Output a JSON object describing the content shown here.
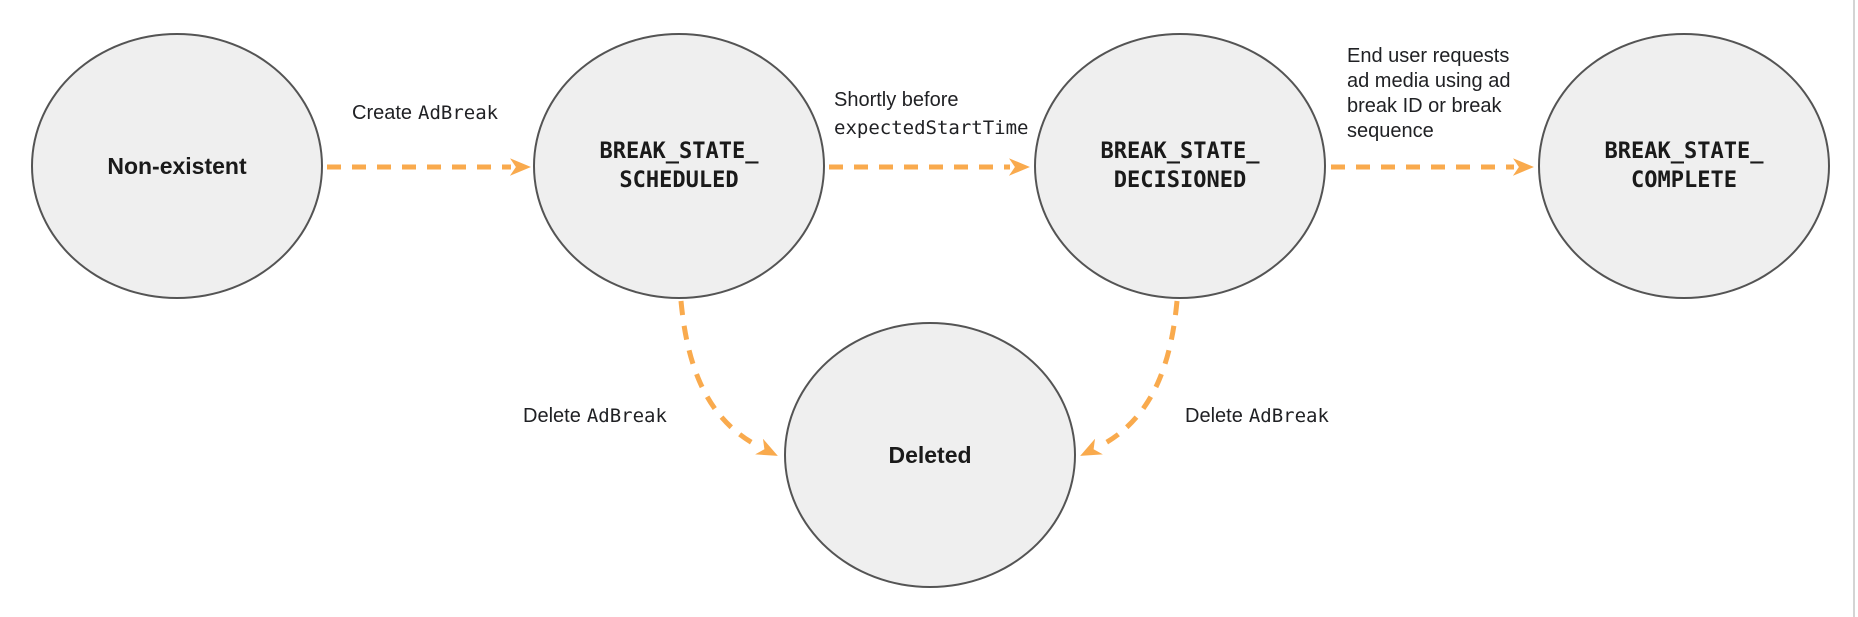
{
  "states": [
    {
      "id": "non-existent",
      "label": "Non-existent"
    },
    {
      "id": "break-state-scheduled",
      "line1": "BREAK_STATE_",
      "line2": "SCHEDULED"
    },
    {
      "id": "break-state-decisioned",
      "line1": "BREAK_STATE_",
      "line2": "DECISIONED"
    },
    {
      "id": "break-state-complete",
      "line1": "BREAK_STATE_",
      "line2": "COMPLETE"
    },
    {
      "id": "deleted",
      "label": "Deleted"
    }
  ],
  "transitions": [
    {
      "from": "non-existent",
      "to": "break-state-scheduled",
      "label_prefix": "Create",
      "label_code": "AdBreak"
    },
    {
      "from": "break-state-scheduled",
      "to": "break-state-decisioned",
      "label_line1": "Shortly before",
      "label_code": "expectedStartTime"
    },
    {
      "from": "break-state-decisioned",
      "to": "break-state-complete",
      "lines": [
        "End user requests",
        "ad media using ad",
        "break ID or break",
        "sequence"
      ]
    },
    {
      "from": "break-state-scheduled",
      "to": "deleted",
      "label_prefix": "Delete",
      "label_code": "AdBreak"
    },
    {
      "from": "break-state-decisioned",
      "to": "deleted",
      "label_prefix": "Delete",
      "label_code": "AdBreak"
    }
  ],
  "colors": {
    "arrow": "#F9AA4D",
    "node_fill": "#EFEFEF",
    "node_border": "#545454",
    "node_text": "#1A1A1A",
    "label_text": "#202124",
    "divider": "#D4D4D4"
  }
}
